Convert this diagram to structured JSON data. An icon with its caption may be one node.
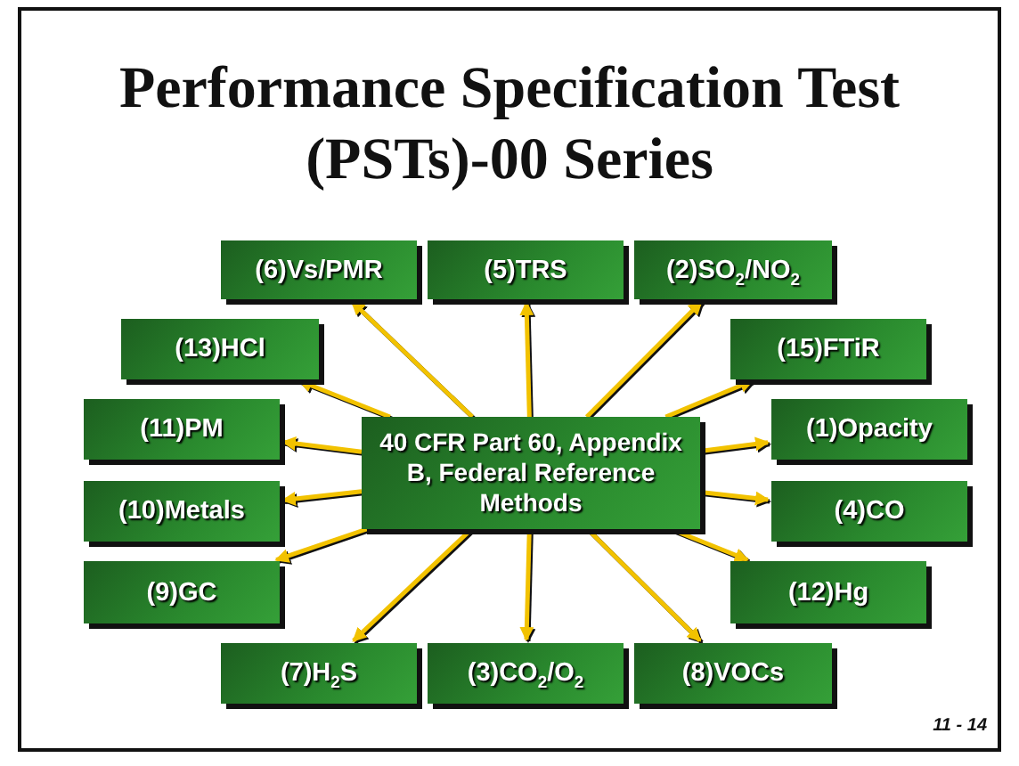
{
  "diagram": {
    "title": "Performance Specification Test (PSTs)-00 Series",
    "nodes": [
      {
        "text": [
          "40 CFR Part 60, Appendix B, Federal Reference Methods"
        ]
      },
      {
        "text": [
          "(6)Vs/PMR"
        ]
      },
      {
        "text": [
          "(5)TRS"
        ]
      },
      {
        "text": [
          "(2)SO$_{2}$/NO$_{2}$"
        ]
      },
      {
        "text": [
          "(13)HCl"
        ]
      },
      {
        "text": [
          "(15)FTiR"
        ]
      },
      {
        "text": [
          "(11)PM"
        ]
      },
      {
        "text": [
          "(1)Opacity"
        ]
      },
      {
        "text": [
          "(10)Metals"
        ]
      },
      {
        "text": [
          "(4)CO"
        ]
      },
      {
        "text": [
          "(9)GC"
        ]
      },
      {
        "text": [
          "(12)Hg"
        ]
      },
      {
        "text": [
          "(7)H$_{2}$S"
        ]
      },
      {
        "text": [
          "(3)CO$_{2}$/O$_{2}$"
        ]
      },
      {
        "text": [
          "(8)VOCs"
        ]
      }
    ],
    "edges": [
      {
        "from": 0,
        "to": 1,
        "arrow": "to"
      },
      {
        "from": 0,
        "to": 2,
        "arrow": "to"
      },
      {
        "from": 0,
        "to": 3,
        "arrow": "to"
      },
      {
        "from": 0,
        "to": 4,
        "arrow": "to"
      },
      {
        "from": 0,
        "to": 5,
        "arrow": "to"
      },
      {
        "from": 0,
        "to": 6,
        "arrow": "to"
      },
      {
        "from": 0,
        "to": 7,
        "arrow": "to"
      },
      {
        "from": 0,
        "to": 8,
        "arrow": "to"
      },
      {
        "from": 0,
        "to": 9,
        "arrow": "to"
      },
      {
        "from": 0,
        "to": 10,
        "arrow": "to"
      },
      {
        "from": 0,
        "to": 11,
        "arrow": "to"
      },
      {
        "from": 0,
        "to": 12,
        "arrow": "to"
      },
      {
        "from": 0,
        "to": 13,
        "arrow": "to"
      },
      {
        "from": 0,
        "to": 14,
        "arrow": "to"
      }
    ],
    "labels": [
      "11 - 14"
    ]
  }
}
